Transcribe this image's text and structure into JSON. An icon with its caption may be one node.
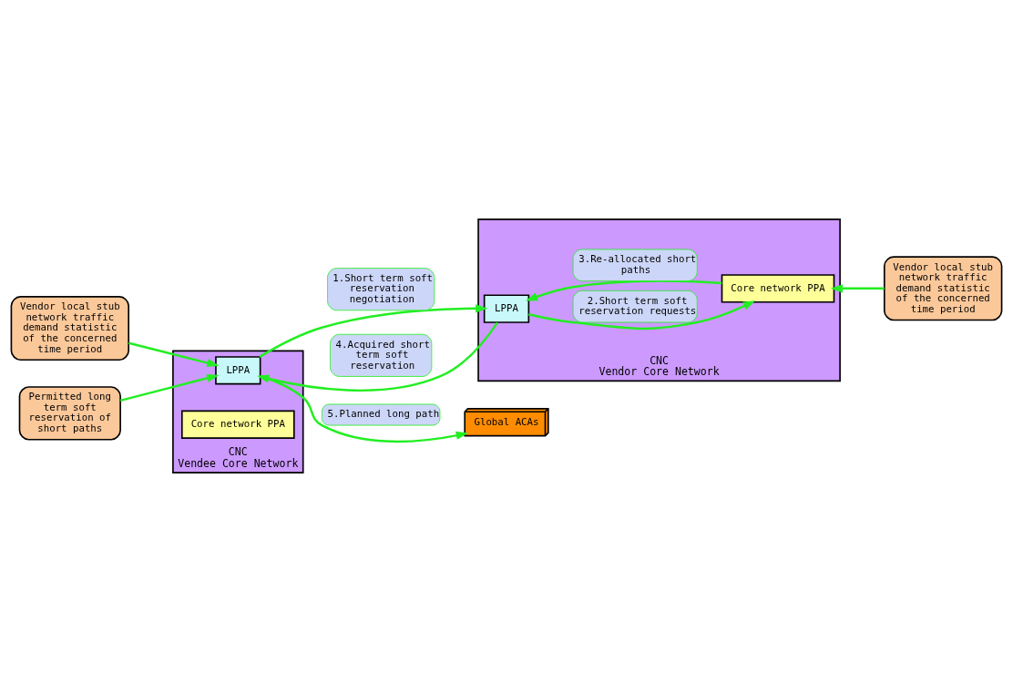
{
  "diagram": {
    "nodes": [
      {
        "text": [
          "Vendor local stub network traffic demand statistic of the concerned time period"
        ]
      },
      {
        "text": [
          "Permitted long term soft reservation of short paths"
        ]
      },
      {
        "text": [
          "CNC",
          "Vendee Core Network"
        ]
      },
      {
        "text": [
          "LPPA"
        ],
        "in": 2
      },
      {
        "text": [
          "Core network PPA"
        ],
        "in": 2
      },
      {
        "text": [
          "CNC",
          "Vendor Core Network"
        ]
      },
      {
        "text": [
          "LPPA"
        ],
        "in": 5
      },
      {
        "text": [
          "Core network PPA"
        ],
        "in": 5
      },
      {
        "text": [
          "Global ACAs"
        ]
      },
      {
        "text": [
          "Vendor local stub network traffic demand statistic of the concerned time period"
        ]
      }
    ],
    "edges": [
      {
        "from": 0,
        "to": 3,
        "arrow": "to"
      },
      {
        "from": 1,
        "to": 3,
        "arrow": "to"
      },
      {
        "from": 3,
        "to": 6,
        "arrow": "to",
        "label": "1.Short term soft reservation negotiation"
      },
      {
        "from": 6,
        "to": 7,
        "arrow": "to",
        "label": "2.Short term soft reservation requests"
      },
      {
        "from": 7,
        "to": 6,
        "arrow": "to",
        "label": "3.Re-allocated short paths"
      },
      {
        "from": 6,
        "to": 3,
        "arrow": "to",
        "label": "4.Acquired short term soft reservation"
      },
      {
        "from": 3,
        "to": 8,
        "arrow": "to",
        "label": "5.Planned long path"
      },
      {
        "from": 9,
        "to": 7,
        "arrow": "to"
      }
    ]
  }
}
